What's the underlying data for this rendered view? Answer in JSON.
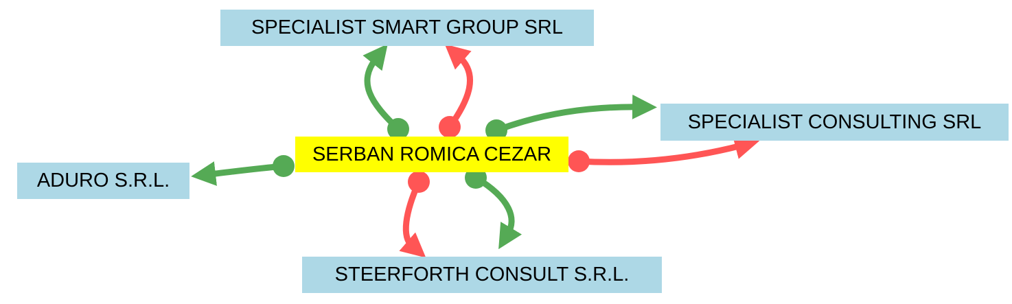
{
  "colors": {
    "company_bg": "#add8e6",
    "person_bg": "#ffff00",
    "green_edge": "#55aa55",
    "red_edge": "#ff5555"
  },
  "nodes": {
    "center": "SERBAN ROMICA CEZAR",
    "top": "SPECIALIST SMART GROUP SRL",
    "right": "SPECIALIST CONSULTING SRL",
    "left": "ADURO S.R.L.",
    "bottom": "STEERFORTH CONSULT S.R.L."
  }
}
